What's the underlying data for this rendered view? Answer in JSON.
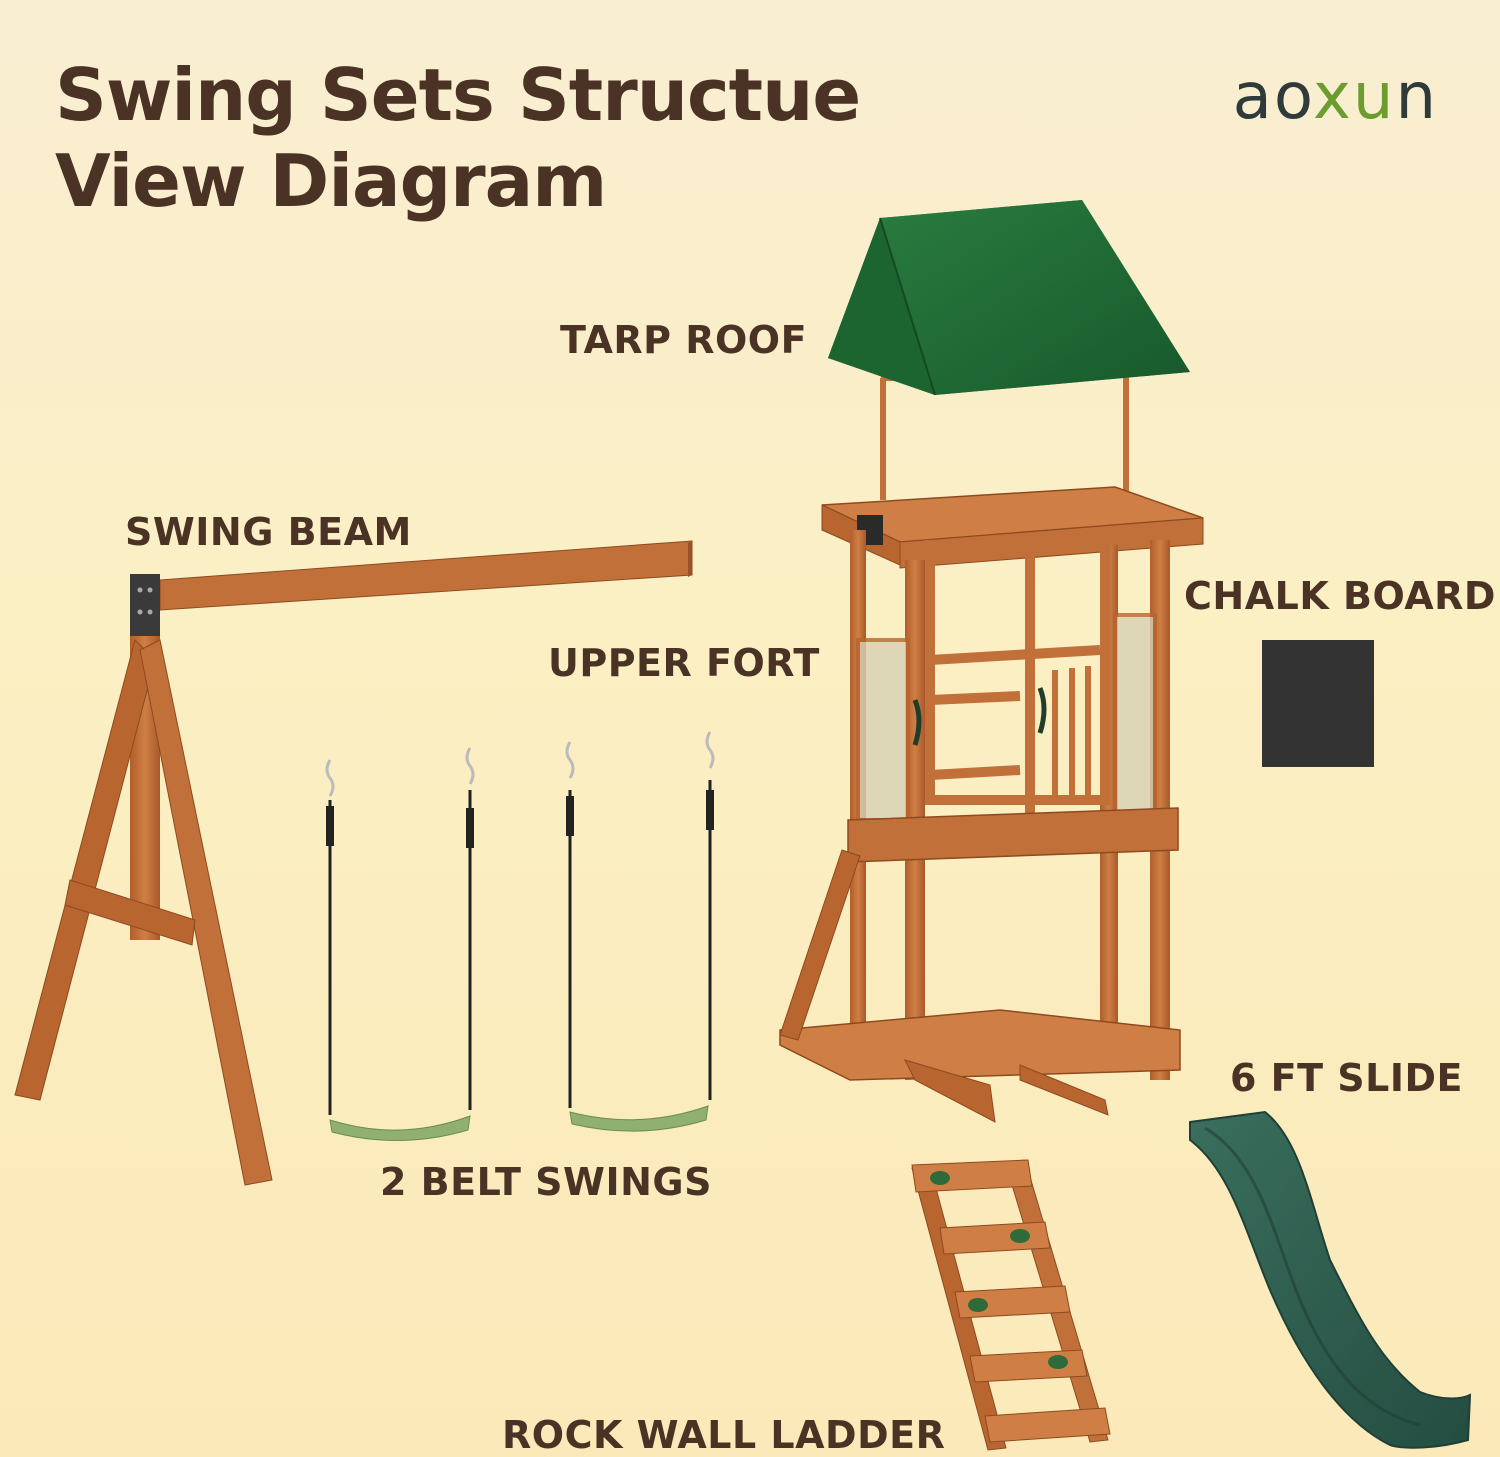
{
  "title": {
    "line1": "Swing Sets Structue",
    "line2": "View Diagram"
  },
  "brand": {
    "logo_text": "aoxun",
    "logo_part_a": "ao",
    "logo_part_b": "xu",
    "logo_part_c": "n"
  },
  "labels": {
    "tarp_roof": "TARP ROOF",
    "swing_beam": "SWING BEAM",
    "upper_fort": "UPPER FORT",
    "chalk_board": "CHALK BOARD",
    "belt_swings": "2 BELT SWINGS",
    "slide": "6 FT SLIDE",
    "ladder": "ROCK WALL LADDER"
  },
  "colors": {
    "wood": "#c2713a",
    "wood_dark": "#9a5326",
    "roof_green": "#1f6b35",
    "slide_green": "#2d5e4f",
    "chalkboard": "#333334",
    "swing_seat": "#8fb070",
    "text": "#4a3325"
  }
}
